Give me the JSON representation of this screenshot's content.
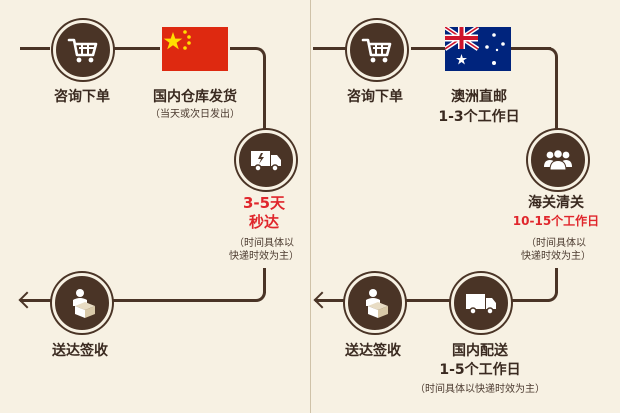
{
  "left": {
    "order": "咨询下单",
    "warehouse": "国内仓库发货",
    "warehouse_note": "（当天或次日发出）",
    "transit_line1": "3-5天",
    "transit_line2": "秒达",
    "transit_note_line1": "（时间具体以",
    "transit_note_line2": "快递时效为主）",
    "delivered": "送达签收"
  },
  "right": {
    "order": "咨询下单",
    "direct_mail_line1": "澳洲直邮",
    "direct_mail_line2": "1-3个工作日",
    "customs": "海关清关",
    "customs_days": "10-15个工作日",
    "customs_note_line1": "（时间具体以",
    "customs_note_line2": "快递时效为主）",
    "domestic_line1": "国内配送",
    "domestic_line2": "1-5个工作日",
    "domestic_note": "（时间具体以快递时效为主）",
    "delivered": "送达签收"
  },
  "colors": {
    "accent": "#4a3426",
    "background": "#f7f1e3",
    "highlight": "#e0262c"
  },
  "icons": [
    "cart-icon",
    "china-flag-icon",
    "truck-icon",
    "package-delivery-icon",
    "australia-flag-icon",
    "customs-people-icon"
  ]
}
